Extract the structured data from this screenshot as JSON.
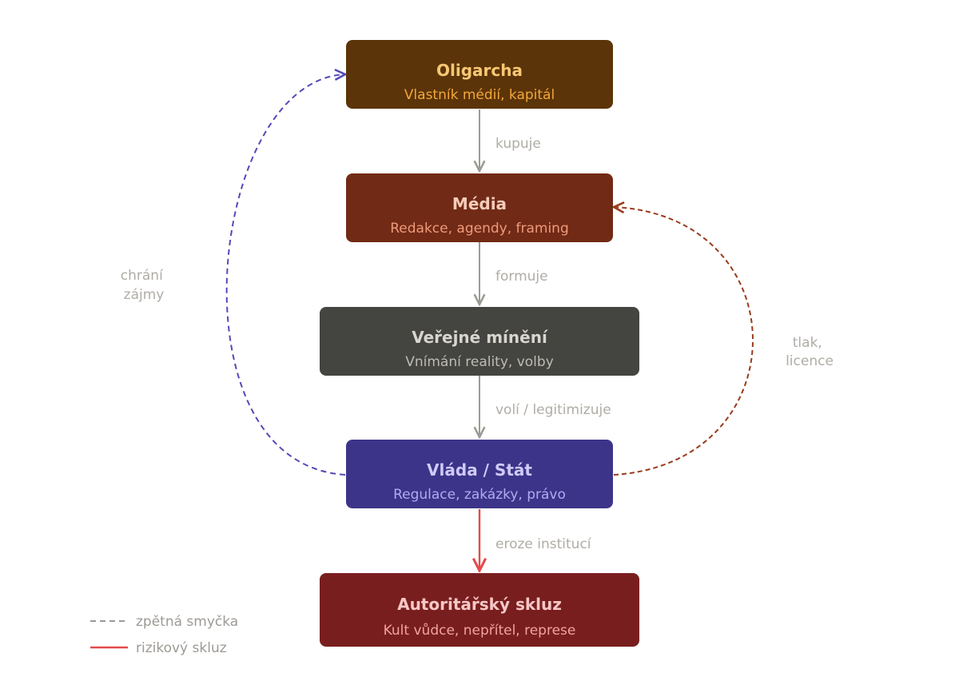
{
  "nodes": [
    {
      "id": "oligarcha",
      "title": "Oligarcha",
      "subtitle": "Vlastník médií, kapitál",
      "fill": "#5c3409",
      "title_color": "#f7c873",
      "subtitle_color": "#f2a73a"
    },
    {
      "id": "media",
      "title": "Média",
      "subtitle": "Redakce, agendy, framing",
      "fill": "#712a15",
      "title_color": "#f6ccbb",
      "subtitle_color": "#ee9a7c"
    },
    {
      "id": "verejne-mineni",
      "title": "Veřejné mínění",
      "subtitle": "Vnímání reality, volby",
      "fill": "#444441",
      "title_color": "#d8d6ce",
      "subtitle_color": "#bdbbb4"
    },
    {
      "id": "vlada-stat",
      "title": "Vláda / Stát",
      "subtitle": "Regulace, zakázky, právo",
      "fill": "#3c3489",
      "title_color": "#cfcaf6",
      "subtitle_color": "#b1aaf0"
    },
    {
      "id": "autoritarsky-skluz",
      "title": "Autoritářský skluz",
      "subtitle": "Kult vůdce, nepřítel, represe",
      "fill": "#791e1e",
      "title_color": "#f6c7c7",
      "subtitle_color": "#f0a3a3"
    }
  ],
  "edges": [
    {
      "id": "kupuje",
      "label": "kupuje",
      "color": "#9d9a95"
    },
    {
      "id": "formuje",
      "label": "formuje",
      "color": "#9d9a95"
    },
    {
      "id": "voli",
      "label": "volí / legitimizuje",
      "color": "#9d9a95"
    },
    {
      "id": "eroze",
      "label": "eroze institucí",
      "color": "#e24b4a"
    }
  ],
  "feedback": [
    {
      "id": "chrani-zajmy",
      "label_lines": [
        "chrání",
        "zájmy"
      ],
      "color": "#534ab7"
    },
    {
      "id": "tlak-licence",
      "label_lines": [
        "tlak,",
        "licence"
      ],
      "color": "#993c1d"
    }
  ],
  "legend": [
    {
      "id": "feedback-loop",
      "label": "zpětná smyčka",
      "color": "#9d9a95",
      "style": "dashed"
    },
    {
      "id": "risk-slide",
      "label": "rizikový skluz",
      "color": "#e24b4a",
      "style": "solid"
    }
  ]
}
